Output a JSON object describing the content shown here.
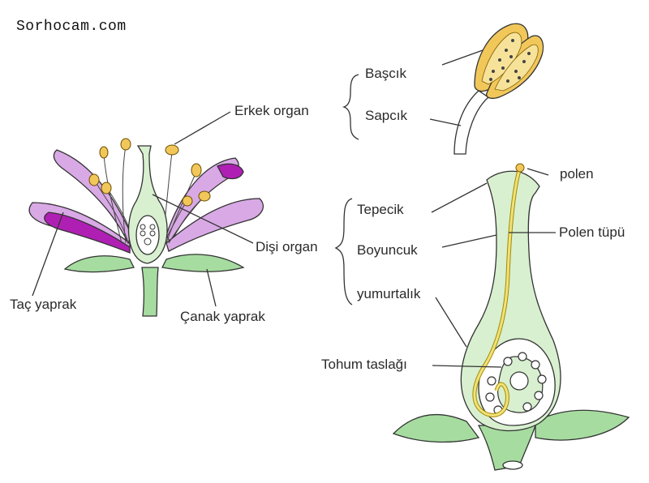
{
  "watermark": "Sorhocam.com",
  "labels": {
    "erkek_organ": "Erkek organ",
    "bascik": "Başcık",
    "sapcik": "Sapcık",
    "polen": "polen",
    "tepecik": "Tepecik",
    "polen_tupu": "Polen tüpü",
    "disi_organ": "Dişi organ",
    "boyuncuk": "Boyuncuk",
    "yumurtalik": "yumurtalık",
    "tac_yaprak": "Taç yaprak",
    "canak_yaprak": "Çanak yaprak",
    "tohum_taslagi": "Tohum taslağı"
  },
  "colors": {
    "petal": "#d9a9e6",
    "petal_dark": "#b01fb4",
    "sepal": "#a6dca0",
    "pistil": "#d8f0d0",
    "anther": "#f2c75a",
    "pollen_tube": "#f0e27a",
    "outline": "#333333"
  }
}
